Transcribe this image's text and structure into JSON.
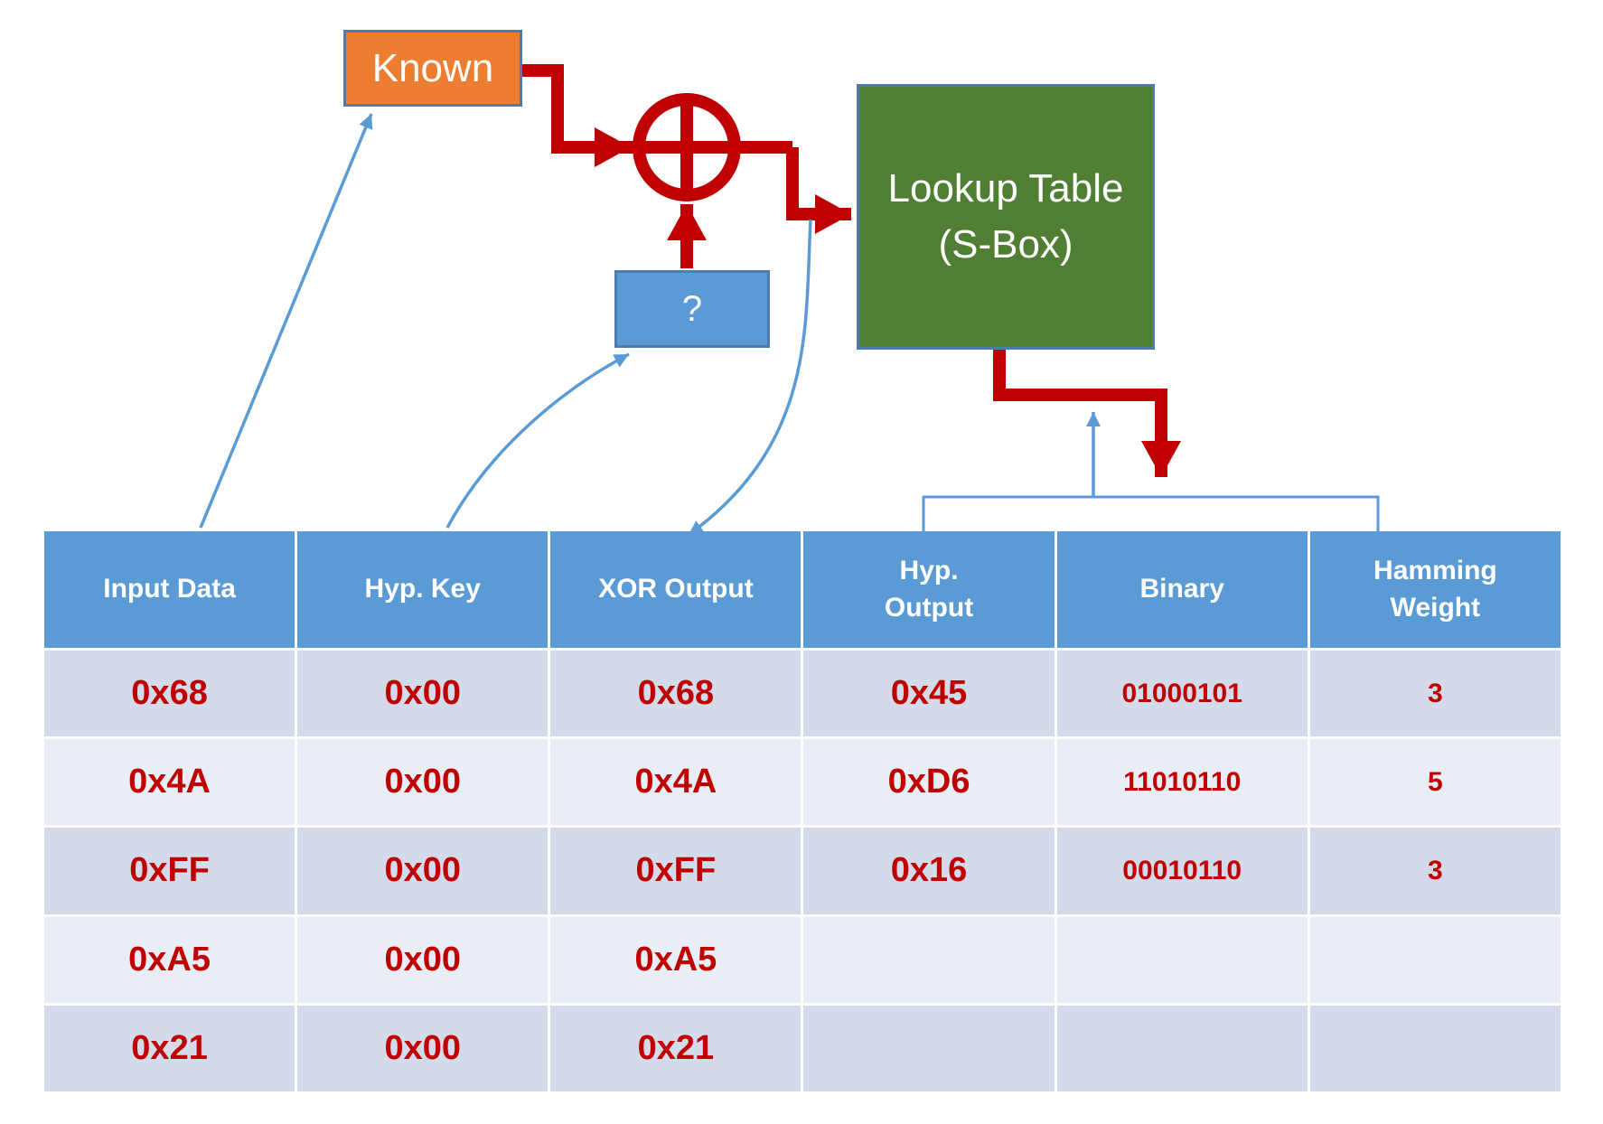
{
  "diagram": {
    "known": {
      "label": "Known"
    },
    "hyp_key": {
      "label": "?"
    },
    "sbox": {
      "line1": "Lookup Table",
      "line2": "(S-Box)"
    },
    "colors": {
      "wire_red": "#C00000",
      "connector_blue": "#5B9BD5",
      "known_orange": "#ED7D31",
      "hyp_key_blue": "#5B9BD5",
      "sbox_green": "#507E33",
      "box_border": "#4E7AAD",
      "header_blue": "#5B9BD5",
      "row_band_dark": "#D3DBEB",
      "row_band_light": "#E9EDF5",
      "value_red": "#C00000"
    }
  },
  "table": {
    "columns": [
      "Input Data",
      "Hyp. Key",
      "XOR Output",
      "Hyp.\nOutput",
      "Binary",
      "Hamming\nWeight"
    ],
    "rows": [
      [
        "0x68",
        "0x00",
        "0x68",
        "0x45",
        "01000101",
        "3"
      ],
      [
        "0x4A",
        "0x00",
        "0x4A",
        "0xD6",
        "11010110",
        "5"
      ],
      [
        "0xFF",
        "0x00",
        "0xFF",
        "0x16",
        "00010110",
        "3"
      ],
      [
        "0xA5",
        "0x00",
        "0xA5",
        "",
        "",
        ""
      ],
      [
        "0x21",
        "0x00",
        "0x21",
        "",
        "",
        ""
      ]
    ]
  }
}
